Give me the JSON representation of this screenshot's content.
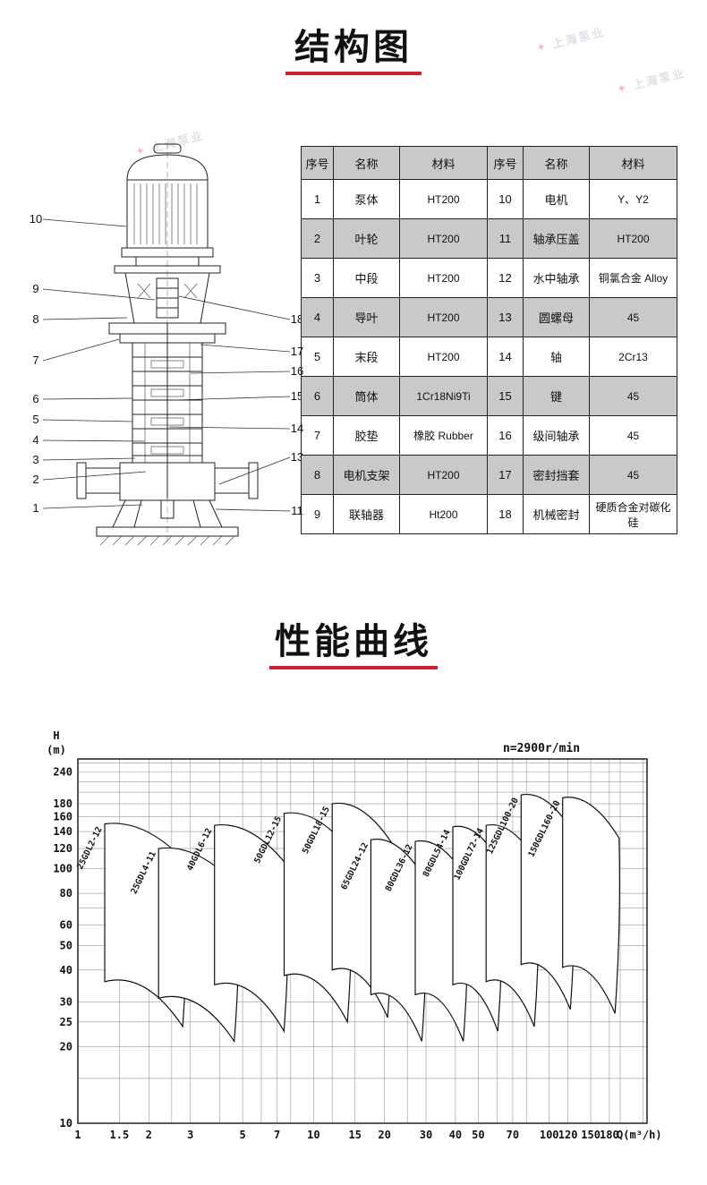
{
  "page": {
    "section1_title": "结构图",
    "section2_title": "性能曲线",
    "accent_color": "#cf2030",
    "watermark_text": "上海泵业"
  },
  "parts_table": {
    "headers": [
      "序号",
      "名称",
      "材料",
      "序号",
      "名称",
      "材料"
    ],
    "rows": [
      [
        "1",
        "泵体",
        "HT200",
        "10",
        "电机",
        "Y、Y2"
      ],
      [
        "2",
        "叶轮",
        "HT200",
        "11",
        "轴承压盖",
        "HT200"
      ],
      [
        "3",
        "中段",
        "HT200",
        "12",
        "水中轴承",
        "铜氯合金 Alloy"
      ],
      [
        "4",
        "导叶",
        "HT200",
        "13",
        "圆螺母",
        "45"
      ],
      [
        "5",
        "末段",
        "HT200",
        "14",
        "轴",
        "2Cr13"
      ],
      [
        "6",
        "筒体",
        "1Cr18Ni9Ti",
        "15",
        "键",
        "45"
      ],
      [
        "7",
        "胶垫",
        "橡胶 Rubber",
        "16",
        "级间轴承",
        "45"
      ],
      [
        "8",
        "电机支架",
        "HT200",
        "17",
        "密封挡套",
        "45"
      ],
      [
        "9",
        "联轴器",
        "Ht200",
        "18",
        "机械密封",
        "硬质合金对碳化硅"
      ]
    ]
  },
  "diagram": {
    "callouts_left": [
      "10",
      "9",
      "8",
      "7",
      "6",
      "5",
      "4",
      "3",
      "2",
      "1"
    ],
    "callouts_right": [
      "18",
      "17",
      "16",
      "15",
      "14",
      "13",
      "11"
    ]
  },
  "chart_data": {
    "type": "line",
    "title": "",
    "xlabel": "Q(m³/h)",
    "ylabel": "H(m)",
    "ylabel_lines": [
      "H",
      "(m)"
    ],
    "x_unit": "Q(m³/h)",
    "annotation": "n=2900r/min",
    "x_scale": "log",
    "y_scale": "log",
    "x_domain": [
      1,
      260
    ],
    "y_domain": [
      10,
      270
    ],
    "x_ticks": [
      1,
      1.5,
      2,
      3,
      5,
      7,
      10,
      15,
      20,
      30,
      40,
      50,
      70,
      100,
      120,
      150,
      180
    ],
    "y_ticks": [
      240,
      180,
      160,
      140,
      120,
      100,
      80,
      60,
      50,
      40,
      30,
      25,
      20,
      10
    ],
    "x_grid": [
      1,
      1.5,
      2,
      2.5,
      3,
      4,
      5,
      6,
      7,
      8,
      10,
      12,
      15,
      20,
      25,
      30,
      40,
      50,
      60,
      70,
      80,
      100,
      120,
      150,
      180,
      200,
      250
    ],
    "y_grid": [
      10,
      15,
      20,
      25,
      30,
      40,
      50,
      60,
      70,
      80,
      100,
      120,
      140,
      160,
      180,
      200,
      220,
      240,
      260
    ],
    "grid": true,
    "series": [
      {
        "name": "25GDL2-12",
        "q": [
          1.3,
          2.9
        ],
        "h_top": [
          150,
          105
        ],
        "h_bot": [
          36,
          24
        ]
      },
      {
        "name": "25GDL4-11",
        "q": [
          2.2,
          4.8
        ],
        "h_top": [
          120,
          84
        ],
        "h_bot": [
          31,
          21
        ]
      },
      {
        "name": "40GDL6-12",
        "q": [
          3.8,
          7.8
        ],
        "h_top": [
          148,
          102
        ],
        "h_bot": [
          35,
          23
        ]
      },
      {
        "name": "50GDL12-15",
        "q": [
          7.5,
          14.5
        ],
        "h_top": [
          165,
          115
        ],
        "h_bot": [
          38,
          25
        ]
      },
      {
        "name": "50GDL18-15",
        "q": [
          12,
          21.5
        ],
        "h_top": [
          180,
          126
        ],
        "h_bot": [
          40,
          26
        ]
      },
      {
        "name": "65GDL24-12",
        "q": [
          17.5,
          30
        ],
        "h_top": [
          130,
          90
        ],
        "h_bot": [
          32,
          21
        ]
      },
      {
        "name": "80GDL36-12",
        "q": [
          27,
          45
        ],
        "h_top": [
          128,
          90
        ],
        "h_bot": [
          32,
          21
        ]
      },
      {
        "name": "80GDL54-14",
        "q": [
          39,
          63
        ],
        "h_top": [
          146,
          102
        ],
        "h_bot": [
          35,
          23
        ]
      },
      {
        "name": "100GDL72-14",
        "q": [
          54,
          90
        ],
        "h_top": [
          148,
          104
        ],
        "h_bot": [
          36,
          24
        ]
      },
      {
        "name": "125GDL100-20",
        "q": [
          76,
          128
        ],
        "h_top": [
          195,
          136
        ],
        "h_bot": [
          42,
          28
        ]
      },
      {
        "name": "150GDL160-20",
        "q": [
          114,
          198
        ],
        "h_top": [
          190,
          132
        ],
        "h_bot": [
          41,
          27
        ]
      }
    ]
  }
}
